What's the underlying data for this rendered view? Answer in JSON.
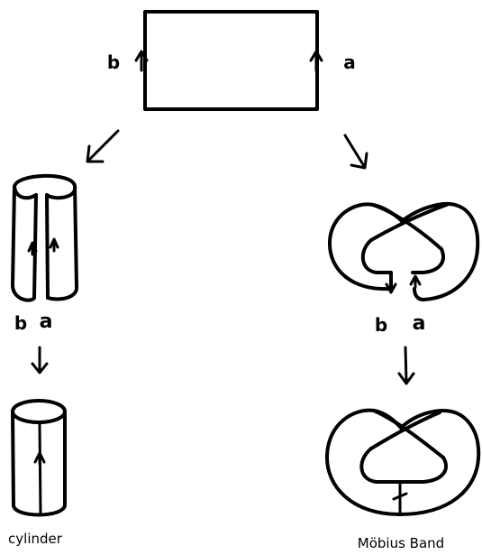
{
  "square": {
    "left_edge_label": "b",
    "right_edge_label": "a"
  },
  "cylinder_stage": {
    "left_label": "b",
    "right_label": "a"
  },
  "mobius_stage": {
    "left_label": "b",
    "right_label": "a"
  },
  "captions": {
    "cylinder": "cylinder",
    "mobius": "Möbius Band"
  }
}
